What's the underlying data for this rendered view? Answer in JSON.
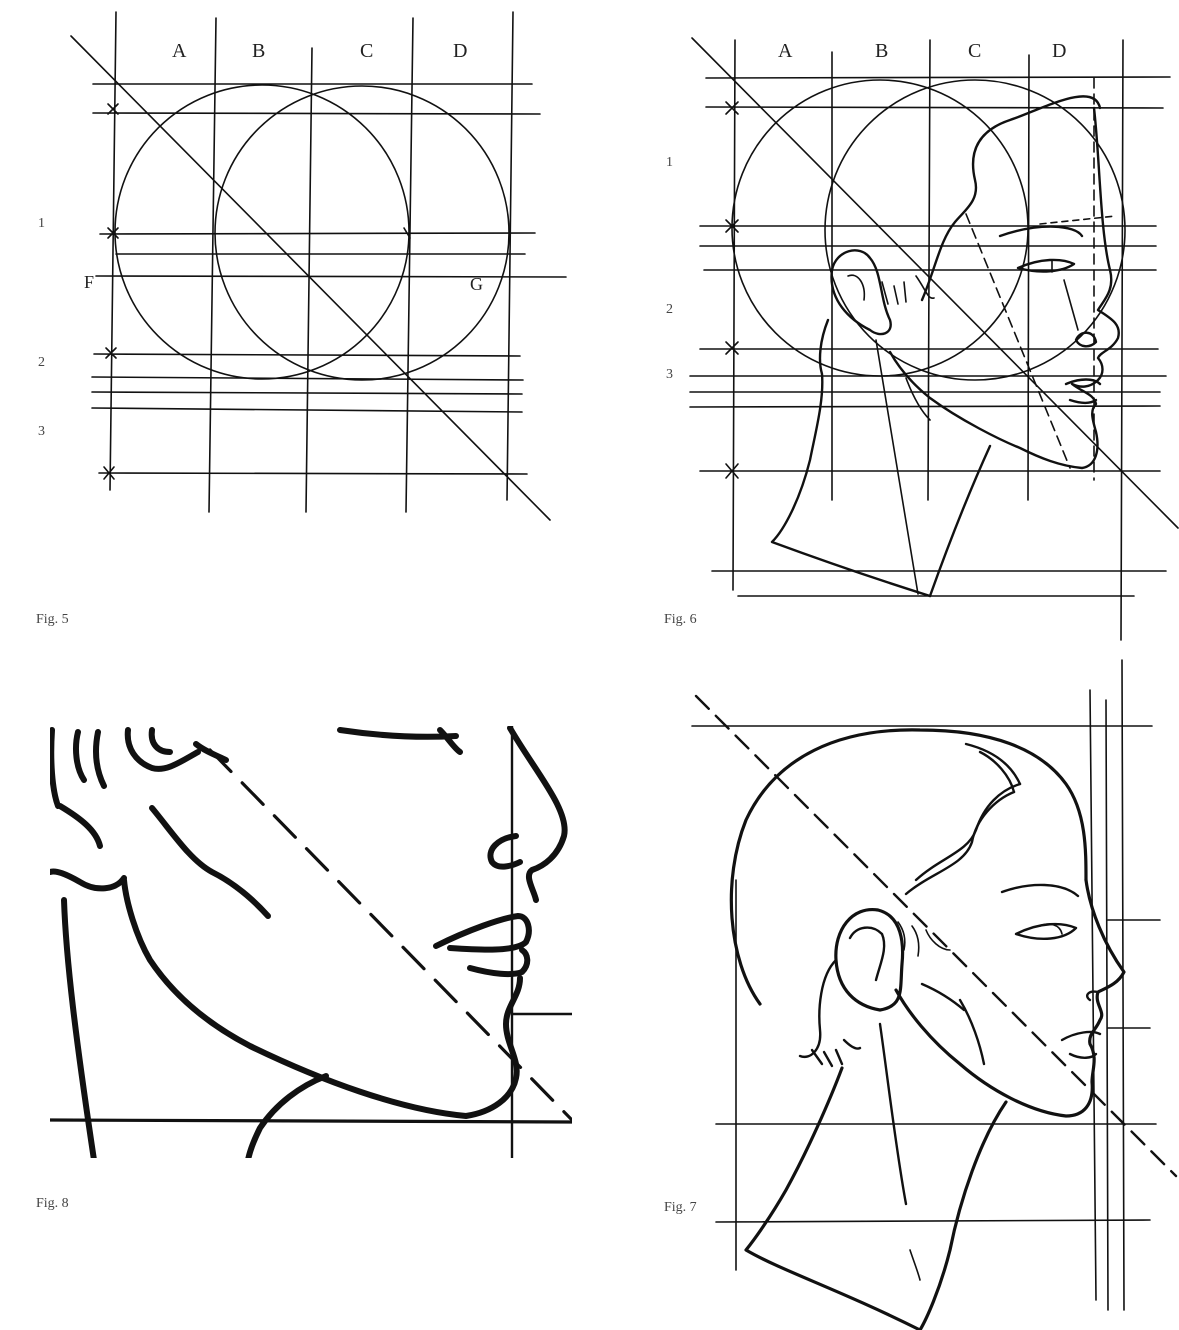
{
  "fig5": {
    "caption": "Fig. 5",
    "columns": [
      "A",
      "B",
      "C",
      "D"
    ],
    "rows": [
      "1",
      "2",
      "3"
    ],
    "points": [
      "F",
      "G"
    ]
  },
  "fig6": {
    "caption": "Fig. 6",
    "columns": [
      "A",
      "B",
      "C",
      "D"
    ],
    "rows": [
      "1",
      "2",
      "3"
    ]
  },
  "fig7": {
    "caption": "Fig. 7"
  },
  "fig8": {
    "caption": "Fig. 8"
  }
}
